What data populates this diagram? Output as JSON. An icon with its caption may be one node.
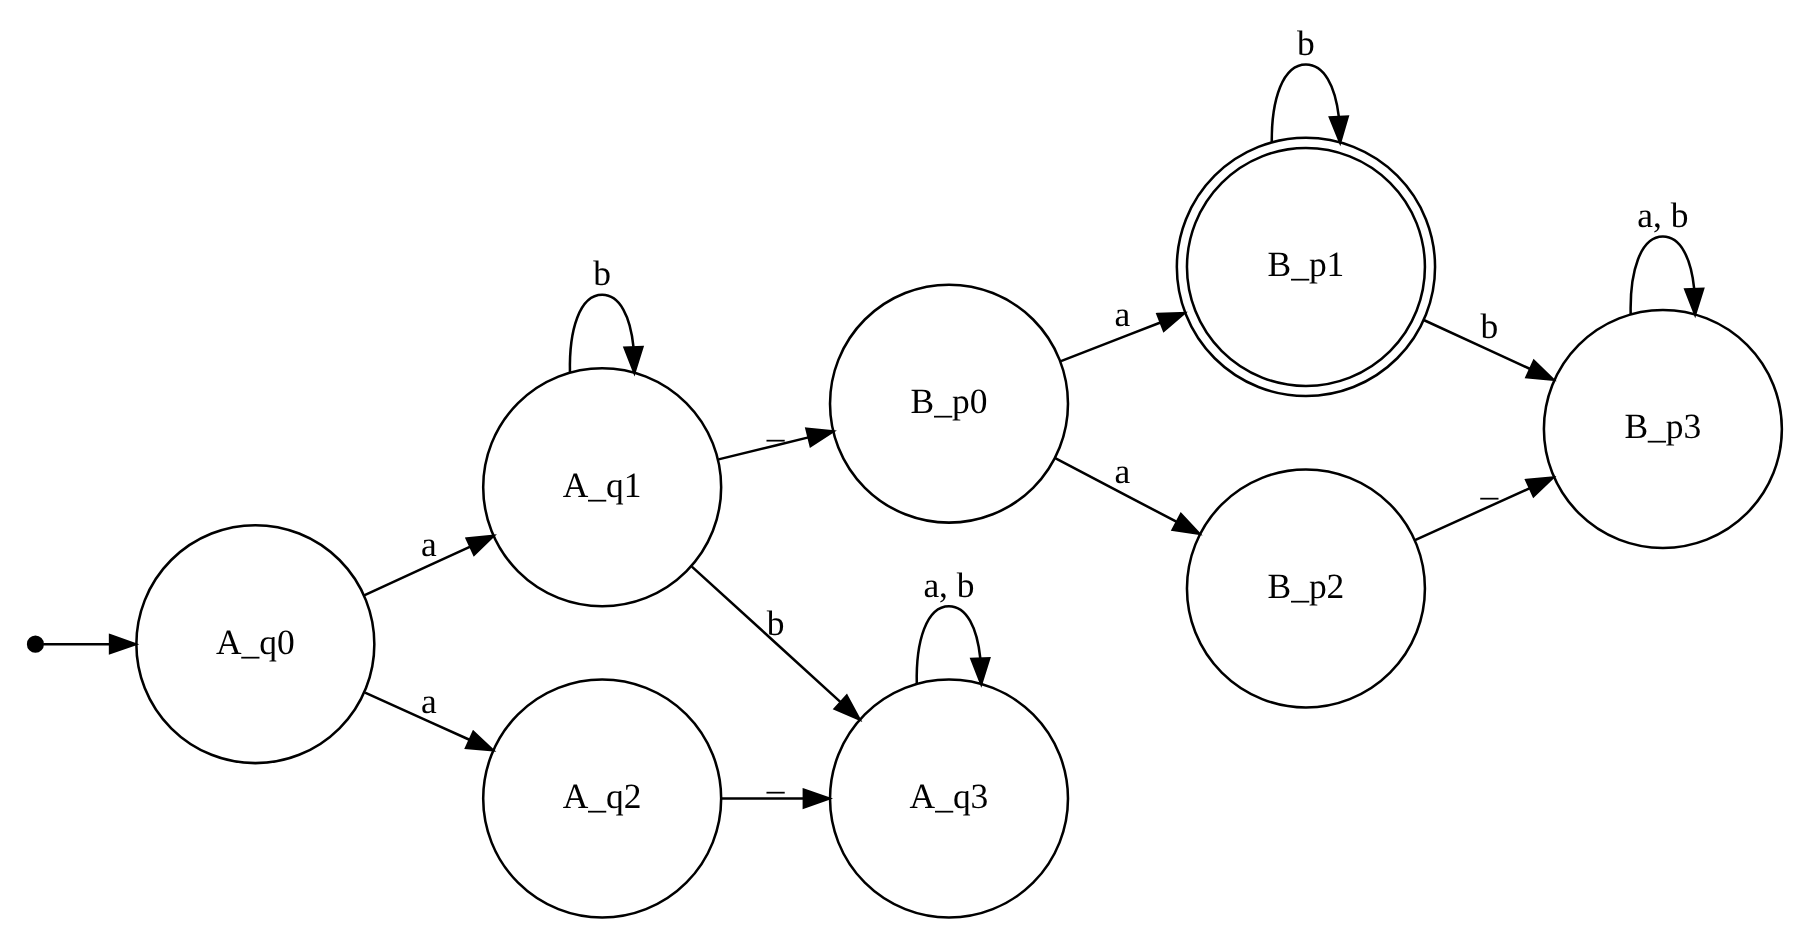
{
  "diagram": {
    "nodes": [
      {
        "text": [],
        "shape": "point"
      },
      {
        "text": [
          "A_q0"
        ]
      },
      {
        "text": [
          "A_q1"
        ]
      },
      {
        "text": [
          "A_q2"
        ]
      },
      {
        "text": [
          "A_q3"
        ]
      },
      {
        "text": [
          "B_p0"
        ]
      },
      {
        "text": [
          "B_p1"
        ]
      },
      {
        "text": [
          "B_p2"
        ]
      },
      {
        "text": [
          "B_p3"
        ]
      }
    ],
    "edges": [
      {
        "from": 0,
        "to": 1,
        "arrow": "to"
      },
      {
        "from": 1,
        "to": 2,
        "arrow": "to",
        "label": "a"
      },
      {
        "from": 1,
        "to": 3,
        "arrow": "to",
        "label": "a"
      },
      {
        "from": 2,
        "to": 2,
        "arrow": "to",
        "label": "b"
      },
      {
        "from": 2,
        "to": 5,
        "arrow": "to",
        "label": "_"
      },
      {
        "from": 2,
        "to": 4,
        "arrow": "to",
        "label": "b"
      },
      {
        "from": 3,
        "to": 4,
        "arrow": "to",
        "label": "_"
      },
      {
        "from": 4,
        "to": 4,
        "arrow": "to",
        "label": "a, b"
      },
      {
        "from": 5,
        "to": 6,
        "arrow": "to",
        "label": "a"
      },
      {
        "from": 5,
        "to": 7,
        "arrow": "to",
        "label": "a"
      },
      {
        "from": 6,
        "to": 6,
        "arrow": "to",
        "label": "b"
      },
      {
        "from": 6,
        "to": 8,
        "arrow": "to",
        "label": "b"
      },
      {
        "from": 7,
        "to": 8,
        "arrow": "to",
        "label": "_"
      },
      {
        "from": 8,
        "to": 8,
        "arrow": "to",
        "label": "a, b"
      }
    ]
  }
}
